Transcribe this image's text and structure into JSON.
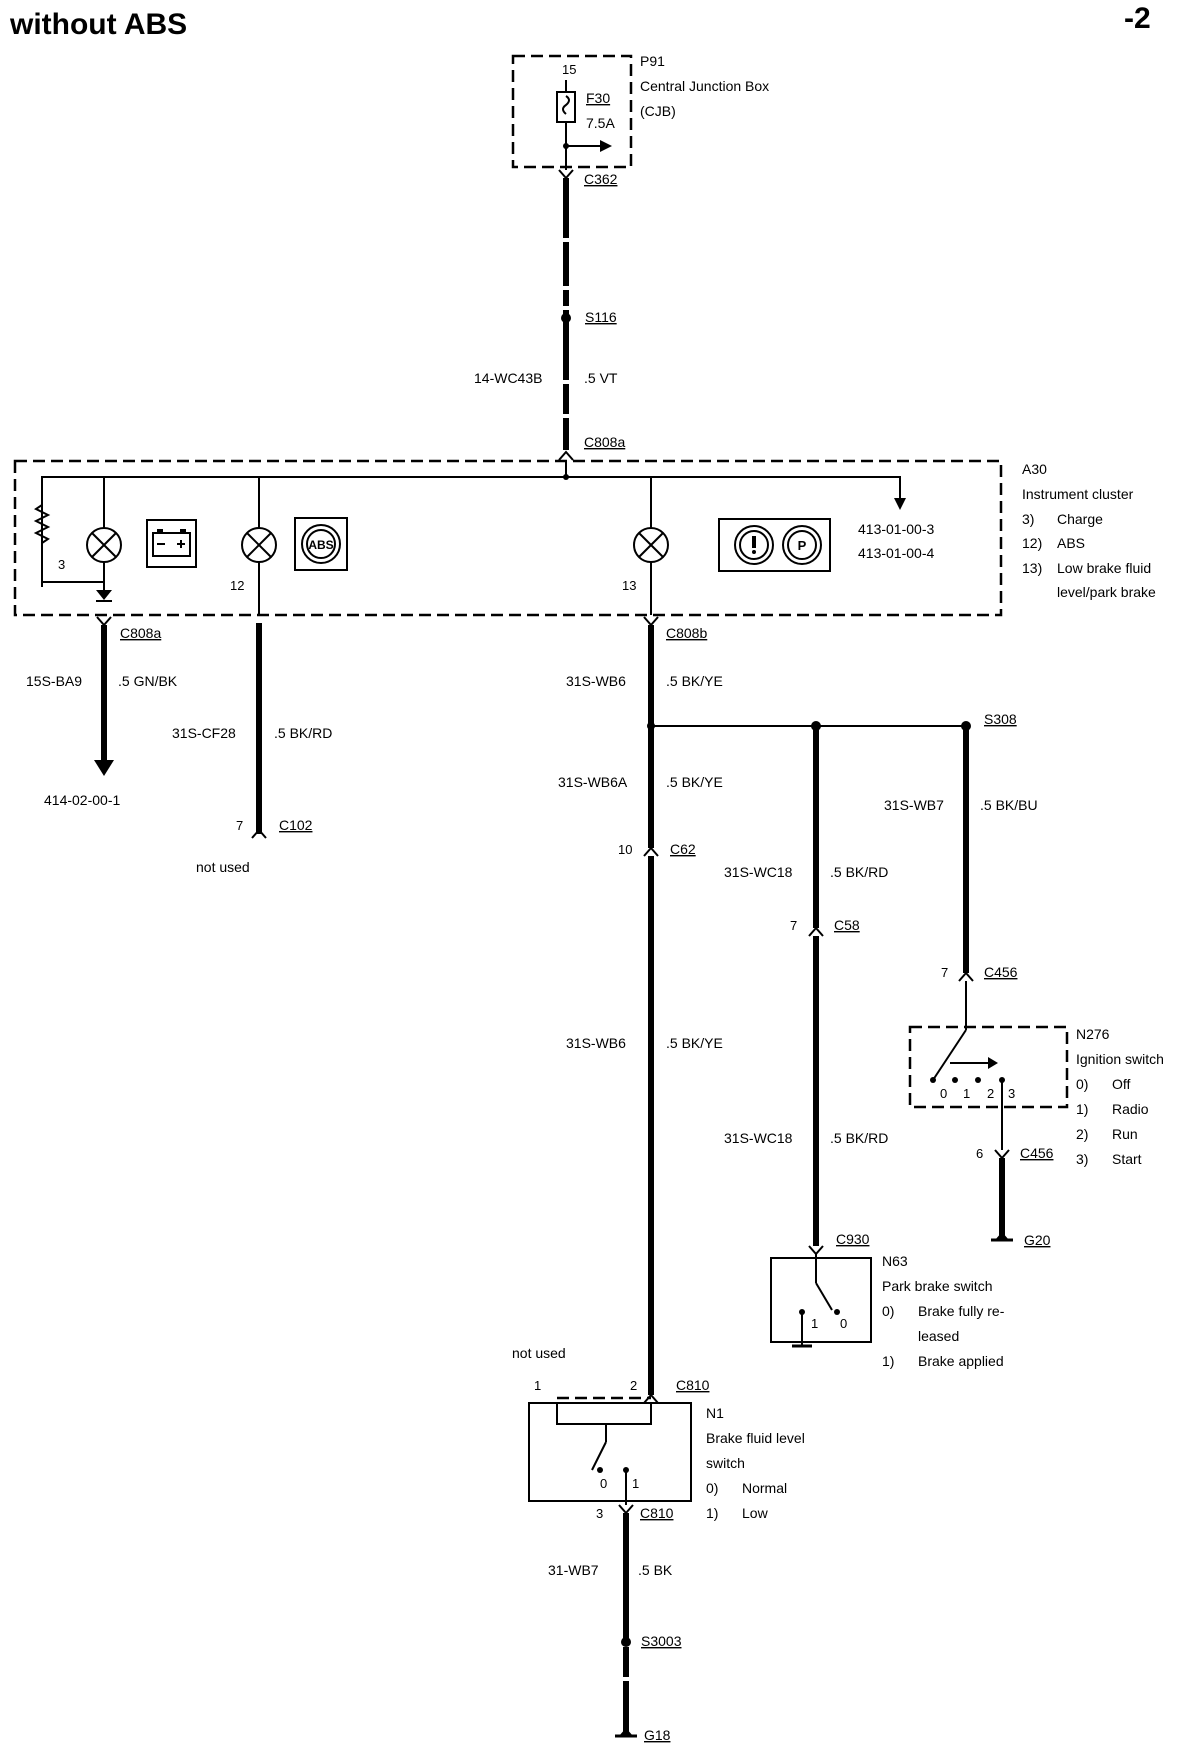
{
  "header": {
    "title": "without ABS",
    "page": "-2"
  },
  "p91": {
    "id": "P91",
    "name": "Central Junction Box",
    "abbr": "(CJB)",
    "pin": "15",
    "fuse": "F30",
    "rating": "7.5A",
    "connector": "C362"
  },
  "splice_s116": "S116",
  "wire_14wc43b": {
    "circuit": "14-WC43B",
    "spec": ".5 VT"
  },
  "c808a_top": "C808a",
  "a30": {
    "id": "A30",
    "name": "Instrument cluster",
    "legend": [
      {
        "num": "3)",
        "label": "Charge"
      },
      {
        "num": "12)",
        "label": "ABS"
      },
      {
        "num": "13)",
        "label": "Low brake fluid"
      },
      {
        "num": "",
        "label": "level/park brake"
      }
    ],
    "pin3": "3",
    "pin12": "12",
    "pin13": "13",
    "ref1": "413-01-00-3",
    "ref2": "413-01-00-4",
    "abs_icon_text": "ABS",
    "park_icon_text": "P"
  },
  "c808a_bottom": "C808a",
  "c808b": "C808b",
  "wire_15sba9": {
    "circuit": "15S-BA9",
    "spec": ".5 GN/BK",
    "ref": "414-02-00-1"
  },
  "wire_31scf28": {
    "circuit": "31S-CF28",
    "spec": ".5 BK/RD",
    "pin": "7",
    "connector": "C102",
    "note": "not used"
  },
  "wire_31swb6_top": {
    "circuit": "31S-WB6",
    "spec": ".5 BK/YE"
  },
  "splice_s308": "S308",
  "wire_31swb6a": {
    "circuit": "31S-WB6A",
    "spec": ".5 BK/YE"
  },
  "c62": {
    "pin": "10",
    "connector": "C62"
  },
  "wire_31swb7": {
    "circuit": "31S-WB7",
    "spec": ".5 BK/BU"
  },
  "wire_31swc18_top": {
    "circuit": "31S-WC18",
    "spec": ".5 BK/RD"
  },
  "c58": {
    "pin": "7",
    "connector": "C58"
  },
  "c456_top": {
    "pin": "7",
    "connector": "C456"
  },
  "n276": {
    "id": "N276",
    "name": "Ignition switch",
    "legend": [
      {
        "num": "0)",
        "label": "Off"
      },
      {
        "num": "1)",
        "label": "Radio"
      },
      {
        "num": "2)",
        "label": "Run"
      },
      {
        "num": "3)",
        "label": "Start"
      }
    ],
    "positions": [
      "0",
      "1",
      "2",
      "3"
    ]
  },
  "c456_bottom": {
    "pin": "6",
    "connector": "C456"
  },
  "g20": "G20",
  "wire_31swb6_mid": {
    "circuit": "31S-WB6",
    "spec": ".5 BK/YE"
  },
  "wire_31swc18_bottom": {
    "circuit": "31S-WC18",
    "spec": ".5 BK/RD"
  },
  "c930": "C930",
  "n63": {
    "id": "N63",
    "name": "Park brake switch",
    "legend": [
      {
        "num": "0)",
        "label": "Brake fully re-"
      },
      {
        "num": "",
        "label": "leased"
      },
      {
        "num": "1)",
        "label": "Brake applied"
      }
    ],
    "positions": [
      "1",
      "0"
    ]
  },
  "n1": {
    "id": "N1",
    "name1": "Brake fluid level",
    "name2": "switch",
    "legend": [
      {
        "num": "0)",
        "label": "Normal"
      },
      {
        "num": "1)",
        "label": "Low"
      }
    ],
    "not_used": "not used",
    "pin1": "1",
    "pin2": "2",
    "pin3": "3",
    "connector_top": "C810",
    "connector_bottom": "C810",
    "positions": [
      "0",
      "1"
    ]
  },
  "wire_31wb7": {
    "circuit": "31-WB7",
    "spec": ".5 BK"
  },
  "splice_s3003": "S3003",
  "g18": "G18"
}
